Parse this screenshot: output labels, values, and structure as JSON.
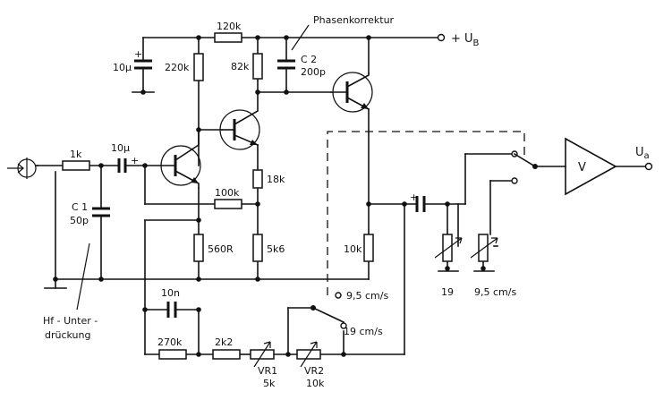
{
  "labels": {
    "phasenkorrektur": "Phasenkorrektur",
    "ub": "+ U",
    "ub_sub": "B",
    "ua": "U",
    "ua_sub": "a",
    "amp": "V",
    "r120k": "120k",
    "c10u_top": "10µ",
    "r220k": "220k",
    "r82k": "82k",
    "c2_name": "C 2",
    "c2_value": "200p",
    "r1k": "1k",
    "c10u_in": "10µ",
    "c1_name": "C 1",
    "c1_value": "50p",
    "r100k": "100k",
    "r18k": "18k",
    "r560": "560R",
    "r5k6": "5k6",
    "r10k": "10k",
    "c10n": "10n",
    "r270k": "270k",
    "r2k2": "2k2",
    "vr1_name": "VR1",
    "vr1_value": "5k",
    "vr2_name": "VR2",
    "vr2_value": "10k",
    "sw_95": "9,5 cm/s",
    "sw_19": "19 cm/s",
    "pot_19": "19",
    "pot_95": "9,5 cm/s",
    "hf_line1": "Hf - Unter -",
    "hf_line2": "drückung",
    "plus": "+"
  }
}
